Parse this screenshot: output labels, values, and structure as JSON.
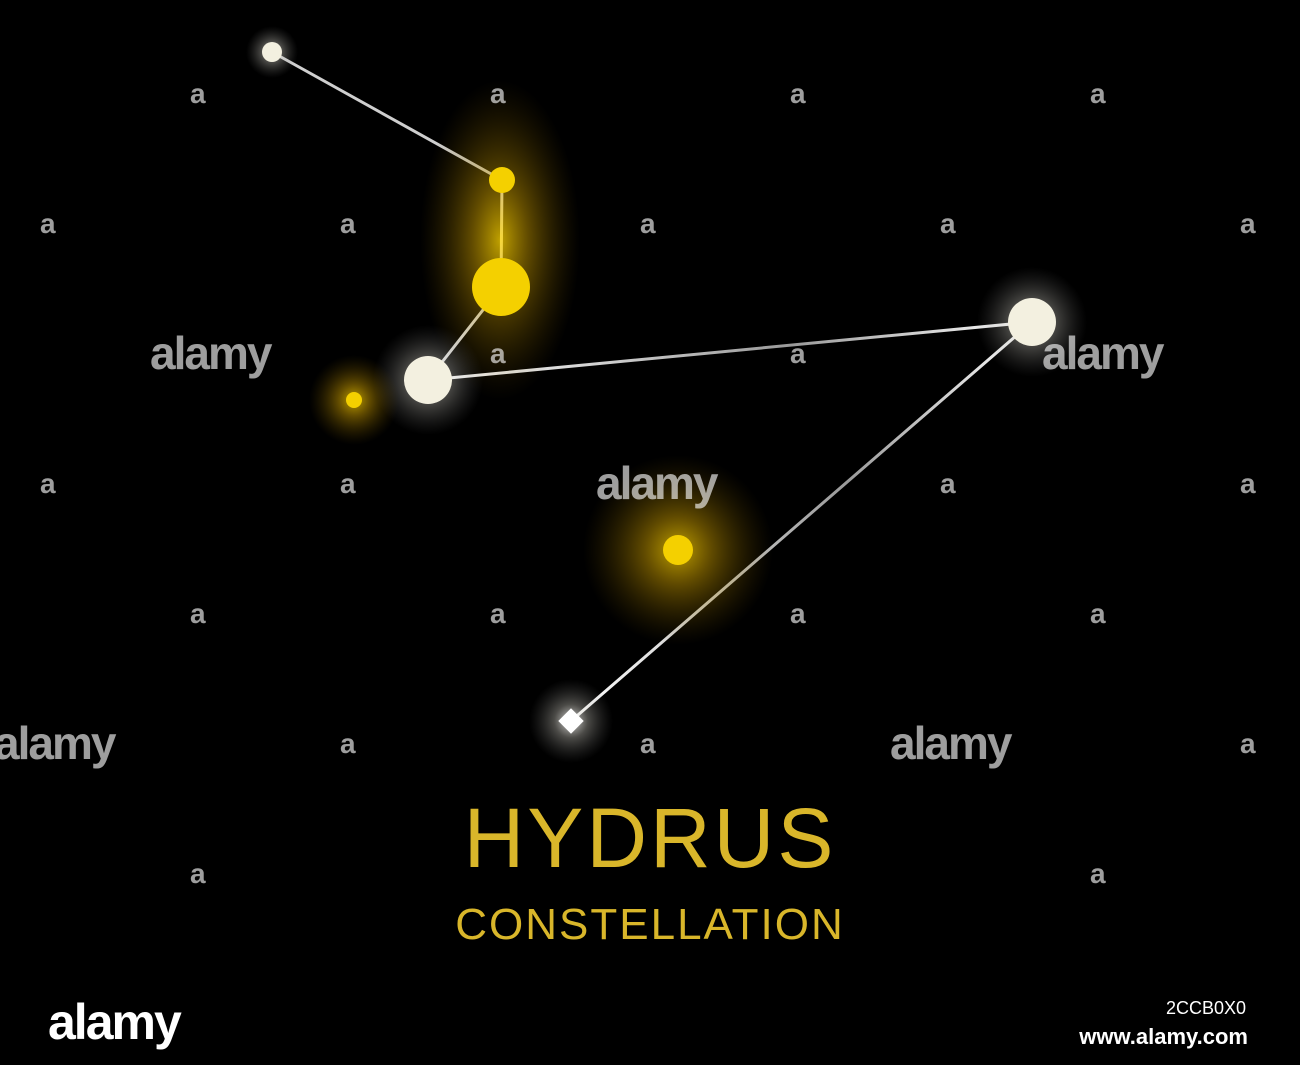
{
  "constellation": {
    "name": "HYDRUS",
    "subtitle": "CONSTELLATION"
  },
  "colors": {
    "background": "#000000",
    "text_gold": "#d9b62a",
    "star_yellow": "#f4d000",
    "star_white": "#f3f0e0",
    "line": "#e8e8e8"
  },
  "watermark": {
    "brand": "alamy",
    "small_mark": "a",
    "image_id": "2CCB0X0",
    "site": "www.alamy.com"
  }
}
